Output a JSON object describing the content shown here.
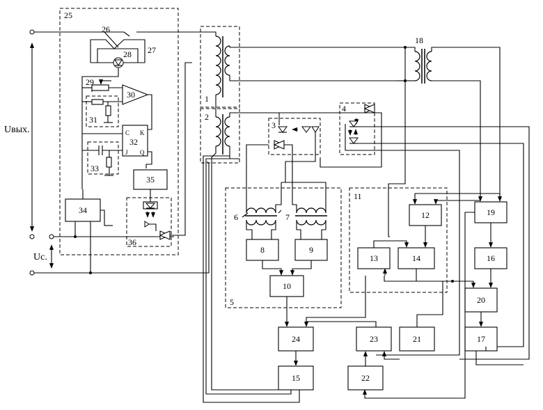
{
  "voltage_labels": {
    "u_out": "Uвых.",
    "u_c": "Uс."
  },
  "region_labels": {
    "r25": "25",
    "r1": "1",
    "r2": "2",
    "r3": "3",
    "r4": "4",
    "r5": "5",
    "r11": "11",
    "r31": "31",
    "r33": "33",
    "r36": "36"
  },
  "part_labels": {
    "p6": "6",
    "p7": "7",
    "p18": "18",
    "p26": "26",
    "p27": "27",
    "p28": "28",
    "p29": "29"
  },
  "blocks": {
    "b8": "8",
    "b9": "9",
    "b10": "10",
    "b12": "12",
    "b13": "13",
    "b14": "14",
    "b15": "15",
    "b16": "16",
    "b17": "17",
    "b19": "19",
    "b20": "20",
    "b21": "21",
    "b22": "22",
    "b23": "23",
    "b24": "24",
    "b30": "30",
    "b34": "34",
    "b35": "35"
  },
  "trigger32": {
    "number": "32",
    "pin_c": "C",
    "pin_k": "K",
    "pin_j": "J",
    "pin_q": "Q"
  }
}
